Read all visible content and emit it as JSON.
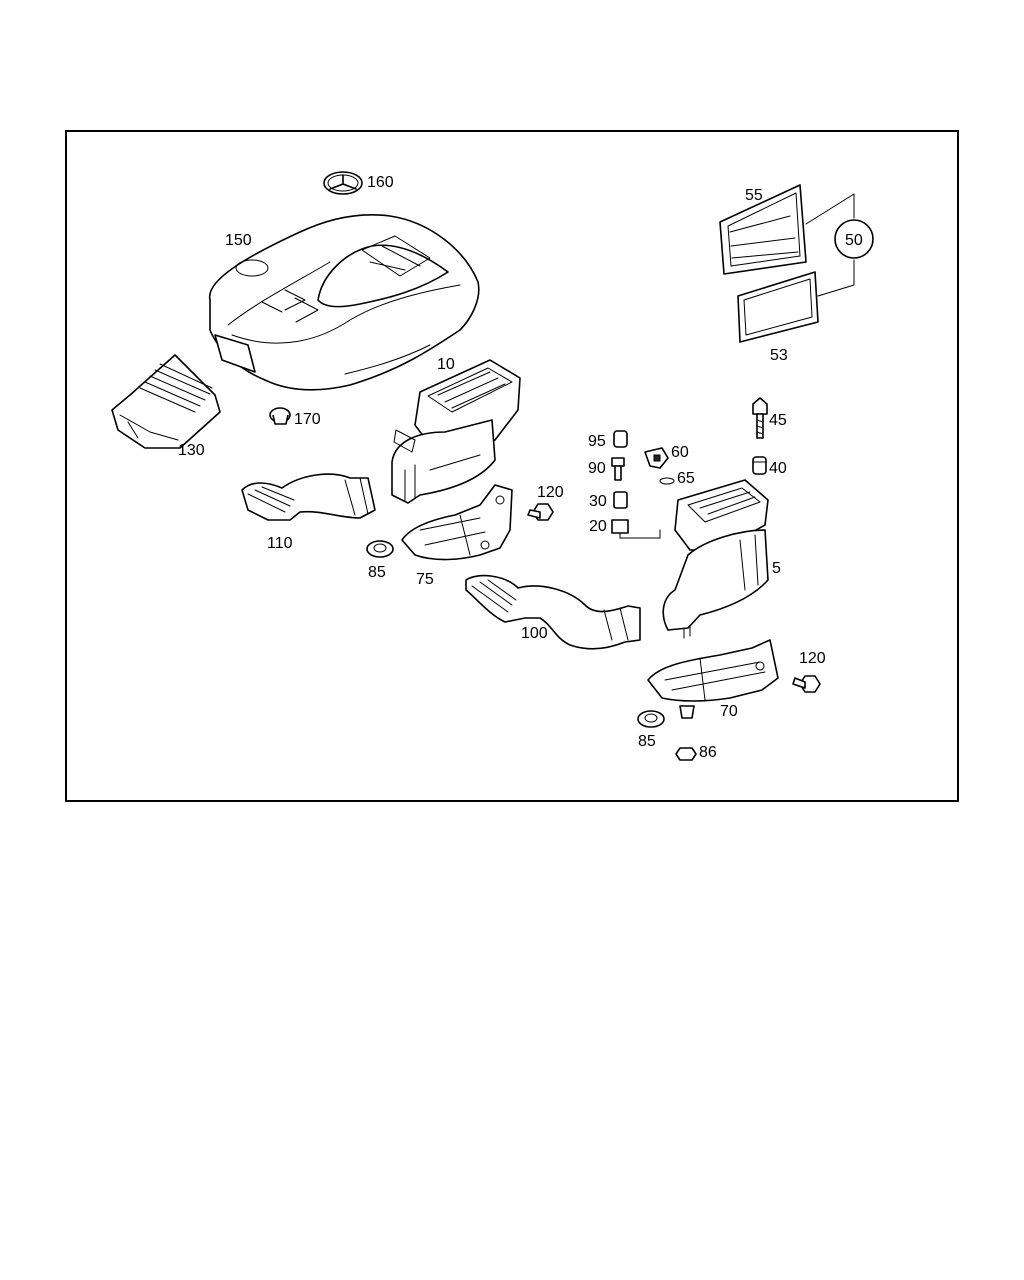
{
  "labels": {
    "p160": "160",
    "p150": "150",
    "p55": "55",
    "p50": "50",
    "p53": "53",
    "p10": "10",
    "p130": "130",
    "p170": "170",
    "p45": "45",
    "p95": "95",
    "p60": "60",
    "p90": "90",
    "p65": "65",
    "p40": "40",
    "p120a": "120",
    "p30": "30",
    "p20": "20",
    "p110": "110",
    "p85a": "85",
    "p75": "75",
    "p5": "5",
    "p100": "100",
    "p120b": "120",
    "p70": "70",
    "p85b": "85",
    "p86": "86"
  }
}
